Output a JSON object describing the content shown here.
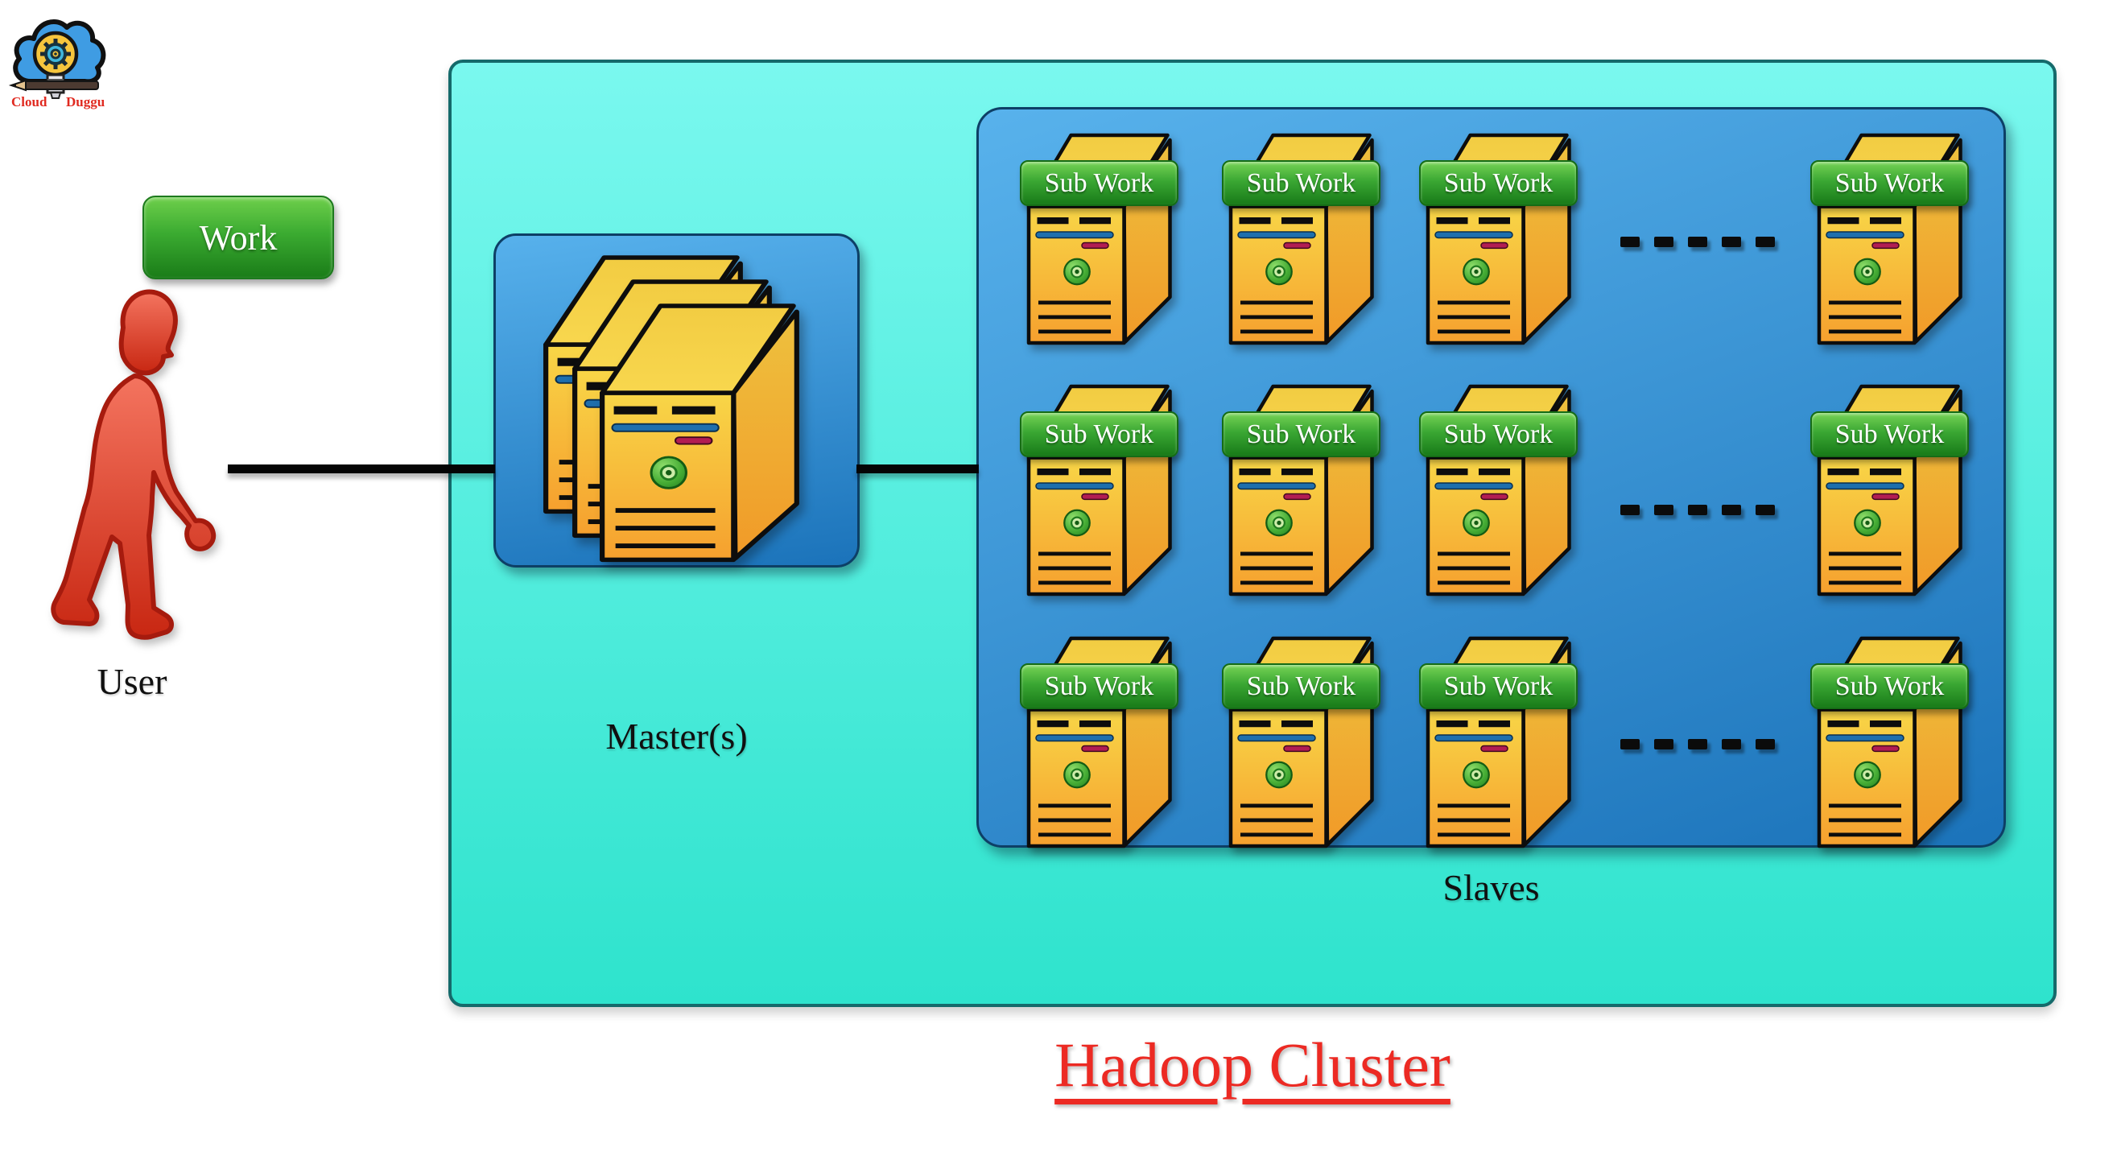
{
  "logo": {
    "brand_left": "Cloud",
    "brand_right": "Duggu"
  },
  "work_badge": {
    "label": "Work"
  },
  "user": {
    "label": "User"
  },
  "master": {
    "label": "Master(s)",
    "server_count": 3
  },
  "slaves": {
    "label": "Slaves",
    "sub_work_label": "Sub Work",
    "rows": 3,
    "columns": 4,
    "dash_count": 5
  },
  "title": {
    "label": "Hadoop Cluster"
  },
  "colors": {
    "cluster_teal_top": "#7af8ef",
    "cluster_teal_bottom": "#2ee3cd",
    "box_blue_top": "#57b1ec",
    "box_blue_bottom": "#1b73ba",
    "badge_green_top": "#6ecf4b",
    "badge_green_bottom": "#1a7c18",
    "server_yellow_top": "#f8d647",
    "server_orange_bottom": "#f6a02e",
    "figure_red": "#c82712",
    "title_red": "#ec2a23"
  }
}
